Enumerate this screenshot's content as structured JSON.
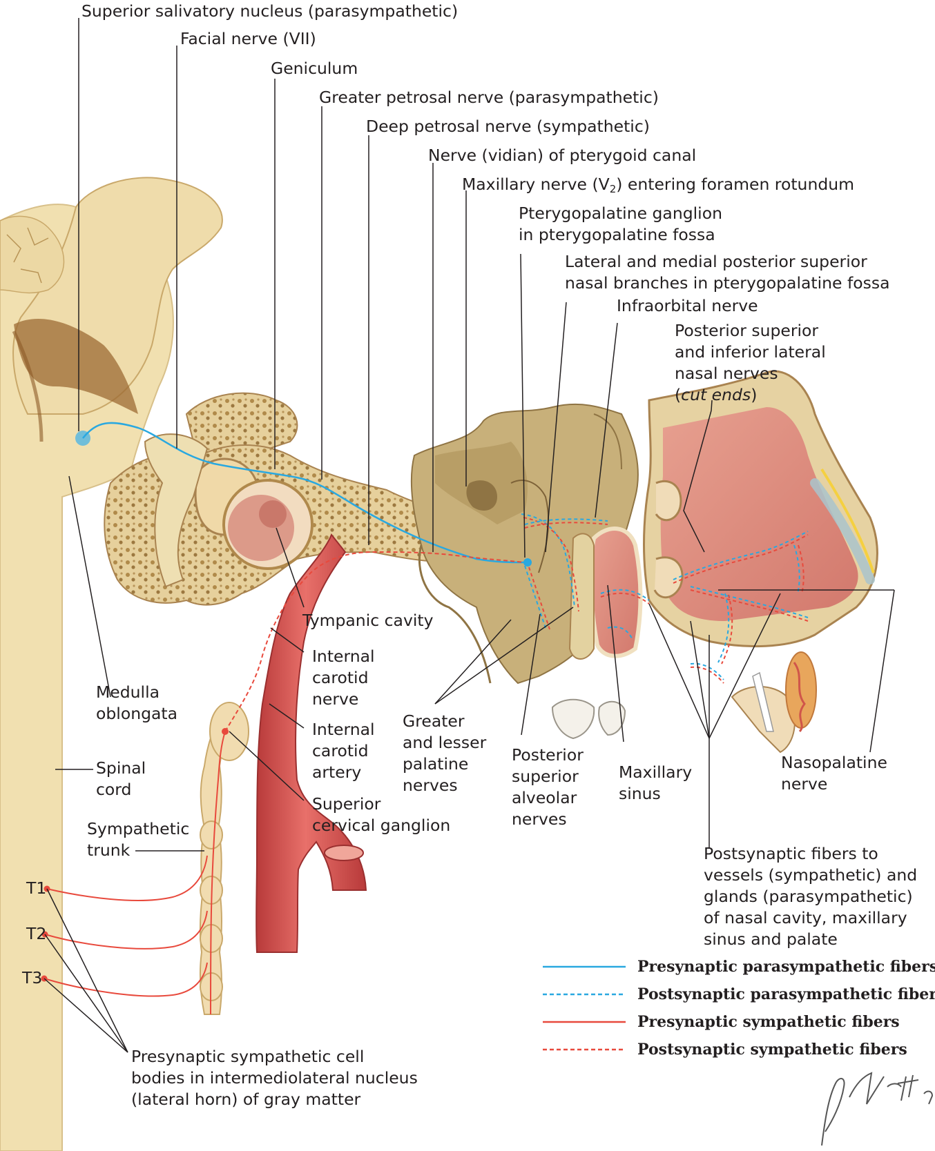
{
  "labels": {
    "superior_salivatory": "Superior salivatory nucleus (parasympathetic)",
    "facial_nerve": "Facial nerve (VII)",
    "geniculum": "Geniculum",
    "greater_petrosal": "Greater petrosal nerve (parasympathetic)",
    "deep_petrosal": "Deep petrosal nerve (sympathetic)",
    "vidian_nerve": "Nerve (vidian) of pterygoid canal",
    "maxillary_nerve_pre": "Maxillary nerve (V",
    "maxillary_nerve_sub": "2",
    "maxillary_nerve_post": ") entering foramen rotundum",
    "pterygopalatine_1": "Pterygopalatine ganglion",
    "pterygopalatine_2": "in pterygopalatine fossa",
    "lateral_medial_1": "Lateral and medial posterior superior",
    "lateral_medial_2": "nasal branches in pterygopalatine fossa",
    "infraorbital": "Infraorbital nerve",
    "post_sup_1": "Posterior superior",
    "post_sup_2": "and inferior lateral",
    "post_sup_3": "nasal nerves",
    "post_sup_4_open": "(",
    "post_sup_4_italic": "cut ends",
    "post_sup_4_close": ")",
    "tympanic_cavity": "Tympanic cavity",
    "internal_carotid_nerve_1": "Internal",
    "internal_carotid_nerve_2": "carotid",
    "internal_carotid_nerve_3": "nerve",
    "internal_carotid_artery_1": "Internal",
    "internal_carotid_artery_2": "carotid",
    "internal_carotid_artery_3": "artery",
    "superior_cervical_1": "Superior",
    "superior_cervical_2": "cervical ganglion",
    "medulla_1": "Medulla",
    "medulla_2": "oblongata",
    "spinal_cord_1": "Spinal",
    "spinal_cord_2": "cord",
    "sympathetic_trunk_1": "Sympathetic",
    "sympathetic_trunk_2": "trunk",
    "t1": "T1",
    "t2": "T2",
    "t3": "T3",
    "greater_lesser_1": "Greater",
    "greater_lesser_2": "and lesser",
    "greater_lesser_3": "palatine",
    "greater_lesser_4": "nerves",
    "post_sup_alv_1": "Posterior",
    "post_sup_alv_2": "superior",
    "post_sup_alv_3": "alveolar",
    "post_sup_alv_4": "nerves",
    "maxillary_sinus_1": "Maxillary",
    "maxillary_sinus_2": "sinus",
    "nasopalatine_1": "Nasopalatine",
    "nasopalatine_2": "nerve",
    "postsyn_fibers_1": "Postsynaptic fibers to",
    "postsyn_fibers_2": "vessels (sympathetic) and",
    "postsyn_fibers_3": "glands (parasympathetic)",
    "postsyn_fibers_4": "of nasal cavity, maxillary",
    "postsyn_fibers_5": "sinus and palate",
    "presyn_cell_1": "Presynaptic sympathetic cell",
    "presyn_cell_2": "bodies in intermediolateral nucleus",
    "presyn_cell_3": "(lateral horn) of gray matter"
  },
  "legend": [
    {
      "label": "Presynaptic parasympathetic fibers",
      "color": "#29a8e0",
      "style": "solid"
    },
    {
      "label": "Postsynaptic parasympathetic fibers",
      "color": "#29a8e0",
      "style": "dashed"
    },
    {
      "label": "Presynaptic sympathetic fibers",
      "color": "#e8493c",
      "style": "solid"
    },
    {
      "label": "Postsynaptic sympathetic fibers",
      "color": "#e8493c",
      "style": "dashed"
    }
  ],
  "signature": "F. Netter M.D.",
  "colors": {
    "bone": "#e8d6a6",
    "bone_dark": "#c9a86a",
    "brainstem": "#f1e0b0",
    "artery": "#d9534f",
    "mucosa": "#e4938a",
    "parasympathetic": "#29a8e0",
    "sympathetic": "#e8493c",
    "leader": "#231f20"
  }
}
